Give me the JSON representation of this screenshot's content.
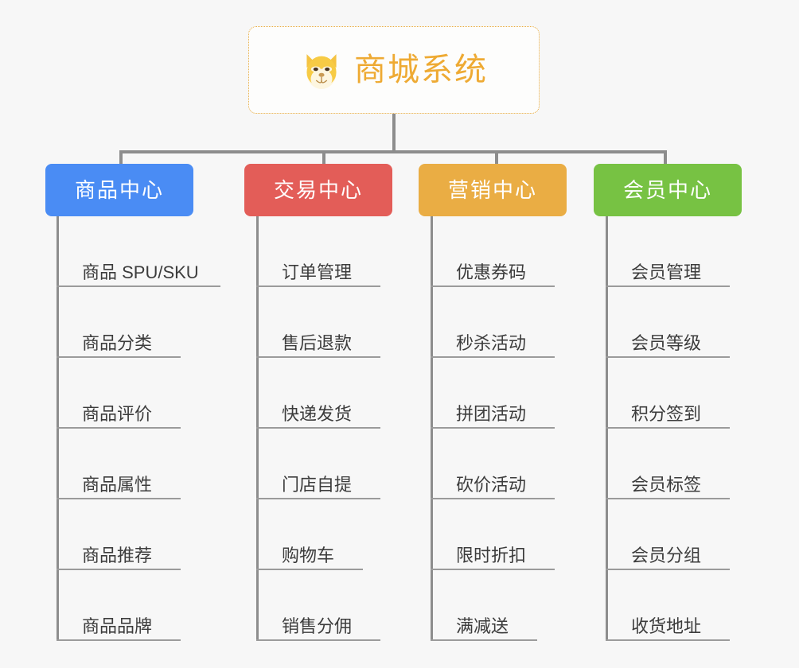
{
  "root": {
    "title": "商城系统",
    "icon": "shiba-dog-face-icon",
    "accent_color": "#eeaa33",
    "border_color": "#e8a93a"
  },
  "connector_color": "#8d8d8d",
  "background_color": "#f7f7f7",
  "categories": [
    {
      "label": "商品中心",
      "color": "#4a8cf4",
      "items": [
        "商品 SPU/SKU",
        "商品分类",
        "商品评价",
        "商品属性",
        "商品推荐",
        "商品品牌"
      ]
    },
    {
      "label": "交易中心",
      "color": "#e35d58",
      "items": [
        "订单管理",
        "售后退款",
        "快递发货",
        "门店自提",
        "购物车",
        "销售分佣"
      ]
    },
    {
      "label": "营销中心",
      "color": "#eaad44",
      "items": [
        "优惠券码",
        "秒杀活动",
        "拼团活动",
        "砍价活动",
        "限时折扣",
        "满减送"
      ]
    },
    {
      "label": "会员中心",
      "color": "#77c243",
      "items": [
        "会员管理",
        "会员等级",
        "积分签到",
        "会员标签",
        "会员分组",
        "收货地址"
      ]
    }
  ]
}
